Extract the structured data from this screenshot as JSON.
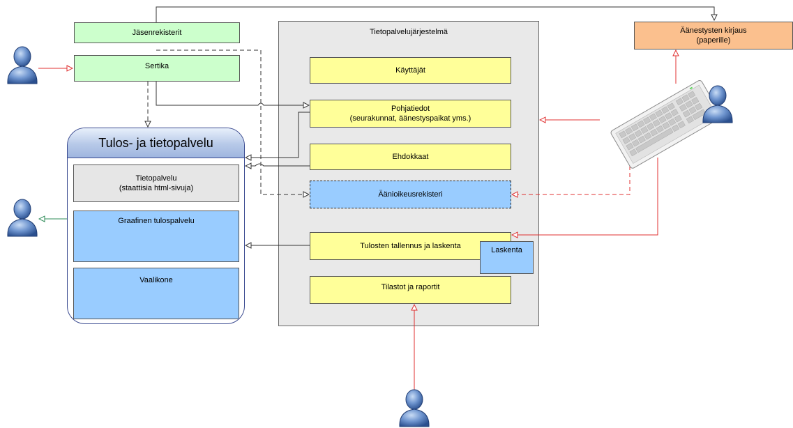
{
  "boxes": {
    "jasenrekisterit": "Jäsenrekisterit",
    "sertika": "Sertika",
    "system_title": "Tietopalvelujärjestelmä",
    "kayttajat": "Käyttäjät",
    "pohjatiedot_line1": "Pohjatiedot",
    "pohjatiedot_line2": "(seurakunnat, äänestyspaikat yms.)",
    "ehdokkaat": "Ehdokkaat",
    "aanioikeus": "Äänioikeusrekisteri",
    "tulosten": "Tulosten tallennus ja laskenta",
    "laskenta": "Laskenta",
    "tilastot": "Tilastot ja raportit",
    "aanestysten_line1": "Äänestysten kirjaus",
    "aanestysten_line2": "(paperille)",
    "tulos_header": "Tulos- ja tietopalvelu",
    "tietopalvelu_line1": "Tietopalvelu",
    "tietopalvelu_line2": "(staattisia html-sivuja)",
    "graafinen": "Graafinen tulospalvelu",
    "vaalikone": "Vaalikone"
  },
  "icons": [
    "user-icon",
    "keyboard-icon"
  ],
  "colors": {
    "green": "#ccffcc",
    "orange": "#fbc08e",
    "yellow": "#ffff99",
    "blue": "#99ccff",
    "grey": "#e6e6e6",
    "red_arrow": "#e03030",
    "green_arrow": "#2e8b57"
  }
}
